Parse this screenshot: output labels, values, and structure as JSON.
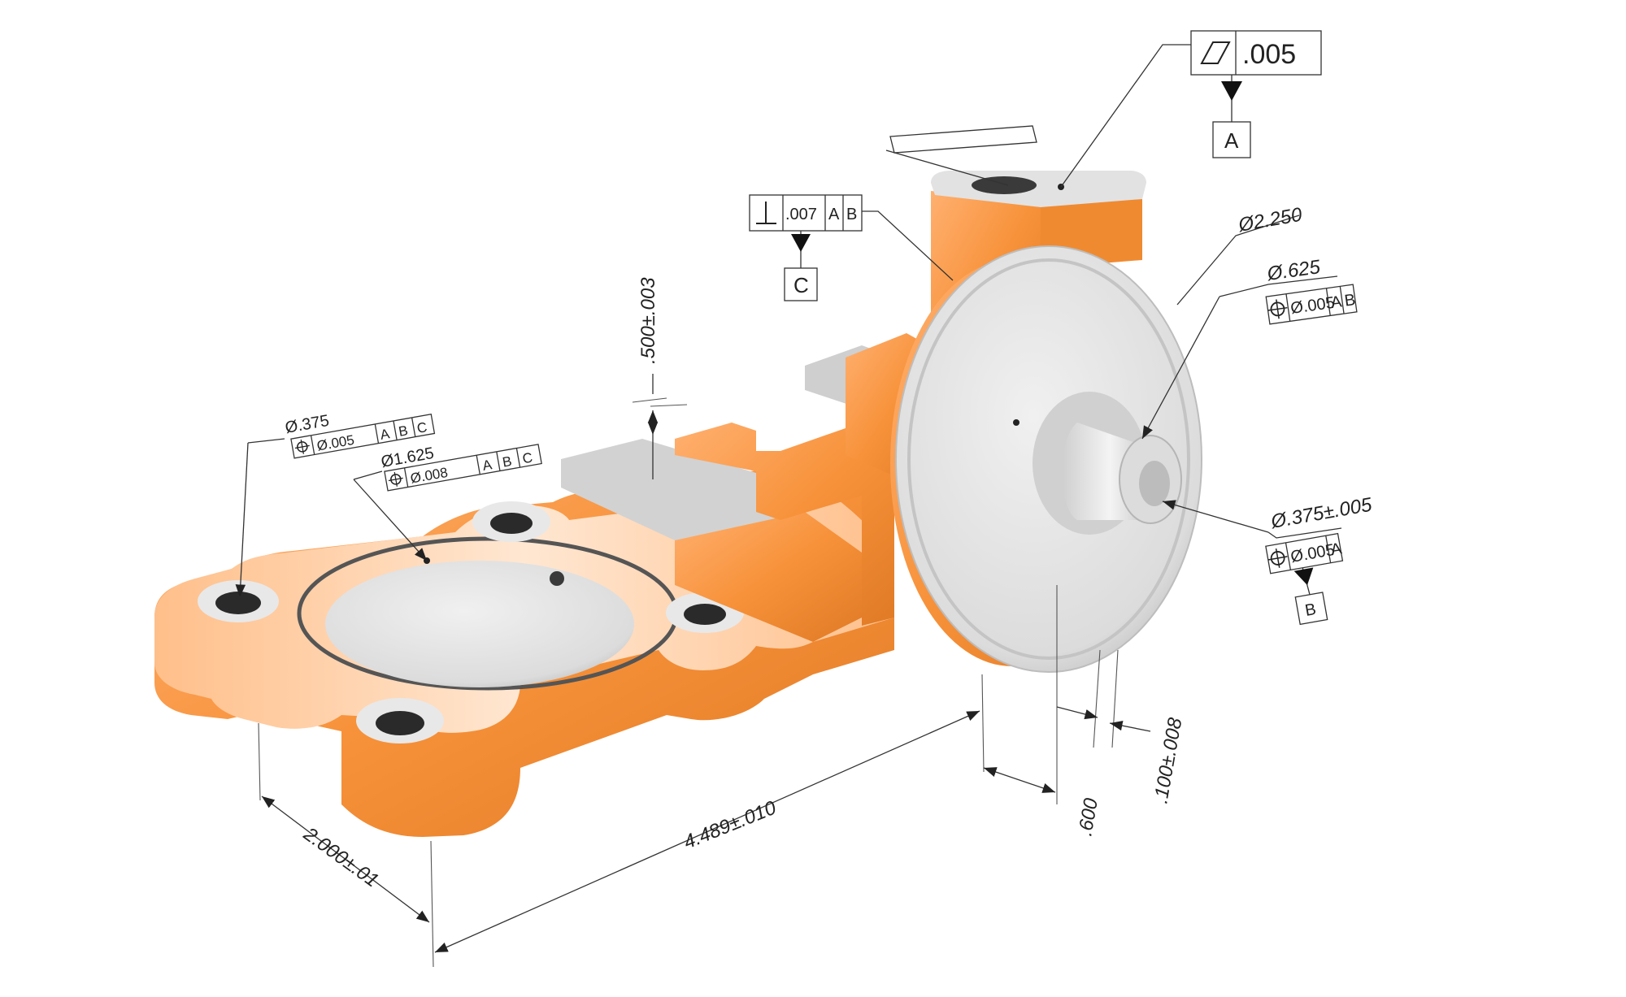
{
  "colors": {
    "part_body": "#f7923a",
    "part_highlight": "#ffc89a",
    "part_shadow": "#d8701f",
    "machined_face": "#e6e6e6",
    "machined_shadow": "#bdbdbd",
    "hole_dark": "#2a2a2a"
  },
  "annotations": {
    "flatness": {
      "symbol_icon": "flatness-icon",
      "tolerance": ".005",
      "datum": "A"
    },
    "perpendicularity": {
      "symbol_icon": "perpendicularity-icon",
      "tolerance": ".007",
      "ref1": "A",
      "ref2": "B",
      "datum": "C"
    },
    "dia_2250": {
      "label": "Ø2.250"
    },
    "dia_625": {
      "label": "Ø.625",
      "symbol_icon": "position-icon",
      "tolerance": "Ø.005",
      "ref1": "A",
      "ref2": "B"
    },
    "dia_375": {
      "label": "Ø.375±.005",
      "symbol_icon": "position-icon",
      "tolerance": "Ø.005",
      "ref1": "A",
      "datum": "B"
    },
    "dim_500": {
      "label": ".500±.003"
    },
    "dim_4489": {
      "label": "4.489±.010"
    },
    "dim_2000": {
      "label": "2.000±.01"
    },
    "dim_600": {
      "label": ".600"
    },
    "dim_100": {
      "label": ".100±.008"
    },
    "hole_375": {
      "label": "Ø.375",
      "symbol_icon": "position-icon",
      "tolerance": "Ø.005",
      "ref1": "A",
      "ref2": "B",
      "ref3": "C"
    },
    "bore_1625": {
      "label": "Ø1.625",
      "symbol_icon": "position-icon",
      "tolerance": "Ø.008",
      "ref1": "A",
      "ref2": "B",
      "ref3": "C"
    }
  }
}
